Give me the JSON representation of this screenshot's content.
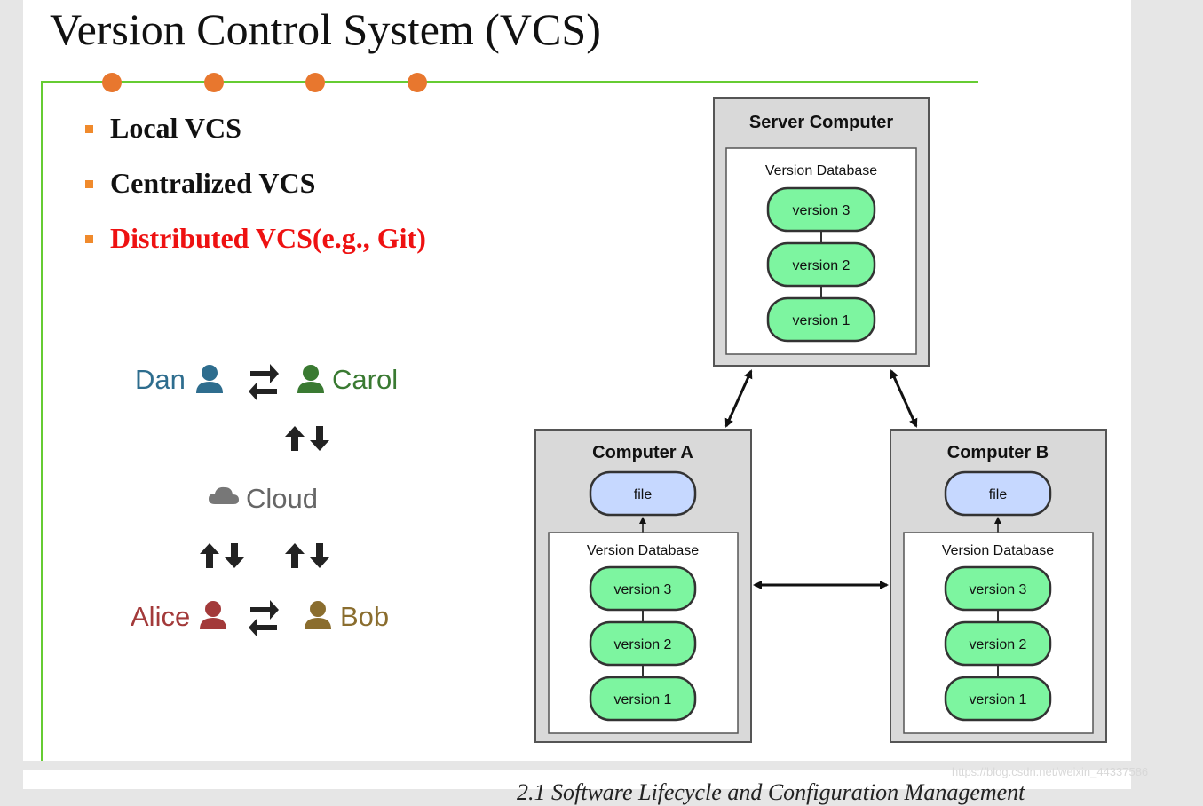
{
  "title": "Version Control System (VCS)",
  "bullets": [
    "Local VCS",
    "Centralized VCS",
    "Distributed VCS(e.g., Git)"
  ],
  "people": {
    "dan": "Dan",
    "carol": "Carol",
    "cloud": "Cloud",
    "alice": "Alice",
    "bob": "Bob"
  },
  "diagram": {
    "server_title": "Server Computer",
    "computer_a_title": "Computer A",
    "computer_b_title": "Computer B",
    "db_label": "Version Database",
    "file_label": "file",
    "v3": "version 3",
    "v2": "version 2",
    "v1": "version 1"
  },
  "footer": "2.1 Software Lifecycle and Configuration Management",
  "watermark": "https://blog.csdn.net/weixin_44337586",
  "colors": {
    "accent_line": "#66cc33",
    "dot": "#e8772e",
    "bullet": "#f08a2c",
    "highlight": "#ee1111",
    "dan": "#2e6d8e",
    "carol": "#3a7a32",
    "alice": "#a33a3a",
    "bob": "#8a6d2e",
    "version_fill": "#7df5a0",
    "file_fill": "#c6d8ff"
  }
}
